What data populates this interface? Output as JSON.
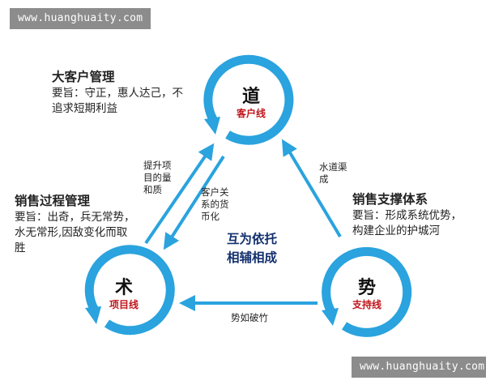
{
  "watermark": {
    "top": "www.huanghuaity.com",
    "bottom": "www.huanghuaity.com"
  },
  "colors": {
    "ring": "#2aa3de",
    "arrow": "#2aa3de",
    "node_label": "#c0161c",
    "center_text": "#13306e"
  },
  "nodes": {
    "dao": {
      "name": "道",
      "sub": "客户线"
    },
    "shu": {
      "name": "术",
      "sub": "项目线"
    },
    "shi": {
      "name": "势",
      "sub": "支持线"
    }
  },
  "blocks": {
    "big_customer": {
      "title": "大客户管理",
      "lines": [
        "要旨：守正，惠人达己，不",
        "追求短期利益"
      ]
    },
    "sales_process": {
      "title": "销售过程管理",
      "lines": [
        "要旨：出奇，兵无常势，",
        "水无常形,因敌变化而取",
        "胜"
      ]
    },
    "sales_support": {
      "title": "销售支撑体系",
      "lines": [
        "要旨：形成系统优势，",
        "构建企业的护城河"
      ]
    }
  },
  "arrow_labels": {
    "improve": [
      "提升项",
      "目的量",
      "和质"
    ],
    "monetize": [
      "客户关",
      "系的货",
      "币化"
    ],
    "channel": [
      "水道渠",
      "成"
    ],
    "momentum": "势如破竹"
  },
  "center": [
    "互为依托",
    "相辅相成"
  ]
}
